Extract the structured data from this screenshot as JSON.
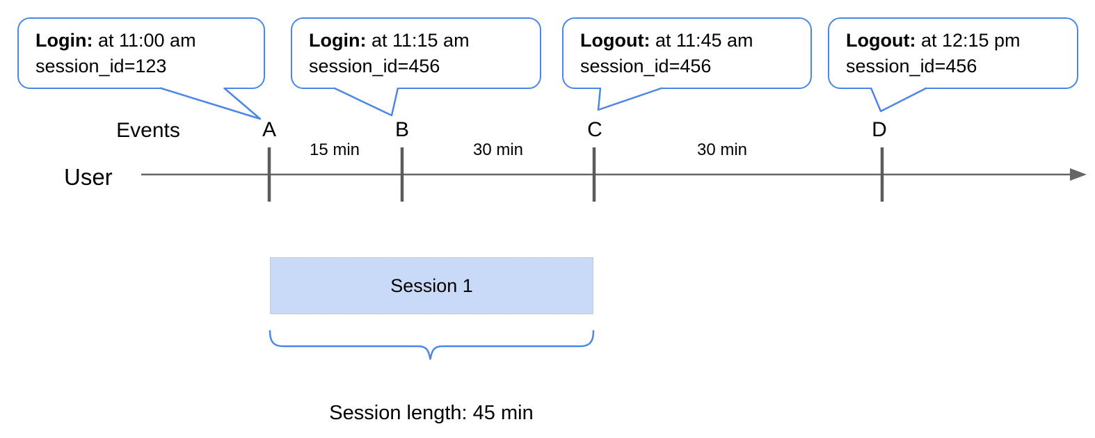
{
  "colors": {
    "accent_blue": "#4a86e8",
    "session_fill": "#c9daf8",
    "timeline_gray": "#666666",
    "tick_gray": "#5b5b5b"
  },
  "callouts": [
    {
      "event": "A",
      "action": "Login:",
      "time": " at 11:00 am",
      "session": "session_id=123"
    },
    {
      "event": "B",
      "action": "Login:",
      "time": " at 11:15 am",
      "session": "session_id=456"
    },
    {
      "event": "C",
      "action": "Logout:",
      "time": " at 11:45 am",
      "session": "session_id=456"
    },
    {
      "event": "D",
      "action": "Logout:",
      "time": " at 12:15 pm",
      "session": "session_id=456"
    }
  ],
  "timeline": {
    "axis_label": "Events",
    "actor_label": "User",
    "events": [
      "A",
      "B",
      "C",
      "D"
    ],
    "intervals": [
      "15 min",
      "30 min",
      "30 min"
    ]
  },
  "session": {
    "label": "Session 1",
    "length_label": "Session length: 45 min"
  }
}
